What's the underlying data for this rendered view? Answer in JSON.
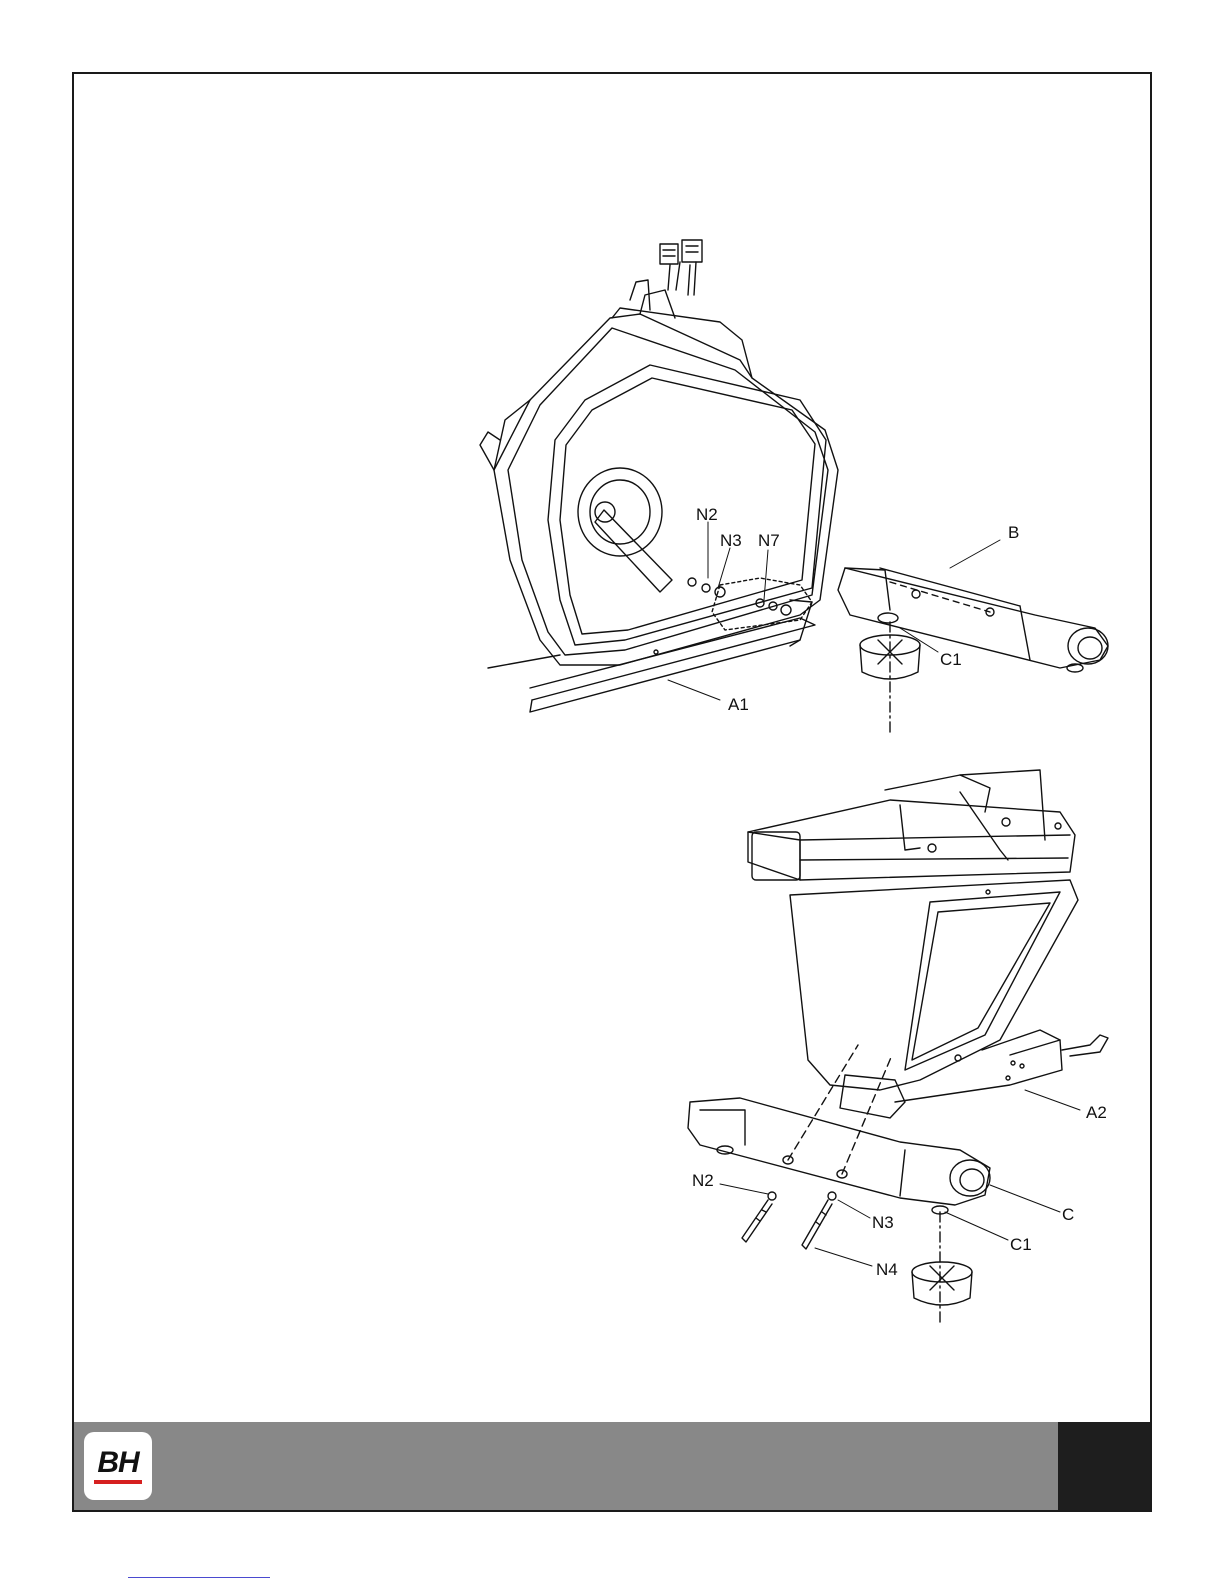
{
  "logo": {
    "text": "BH",
    "accent": "#d62020"
  },
  "colors": {
    "footer_gray": "#888888",
    "footer_dark": "#1e1e1e",
    "line": "#111111"
  },
  "callouts_top": {
    "n2": "N2",
    "n3": "N3",
    "n7": "N7",
    "b": "B",
    "c1": "C1",
    "a1": "A1"
  },
  "callouts_bottom": {
    "a2": "A2",
    "n2": "N2",
    "n3": "N3",
    "c": "C",
    "c1": "C1",
    "n4": "N4"
  }
}
